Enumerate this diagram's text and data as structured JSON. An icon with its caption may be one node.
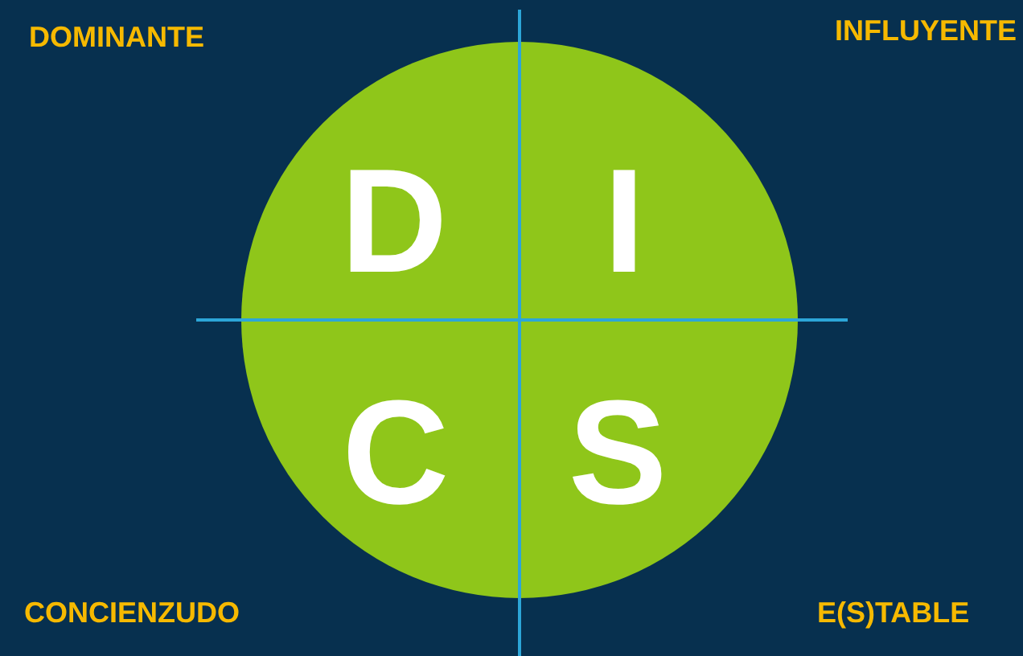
{
  "diagram": {
    "labels": [
      "DOMINANTE",
      "INFLUYENTE",
      "D",
      "I",
      "C",
      "S",
      "CONCIENZUDO",
      "E(S)TABLE"
    ]
  }
}
